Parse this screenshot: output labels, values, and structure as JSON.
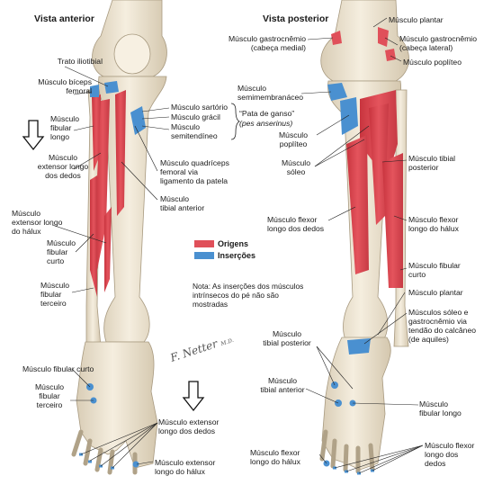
{
  "titles": {
    "anterior": "Vista anterior",
    "posterior": "Vista posterior"
  },
  "labels_anterior": {
    "trato_iliotibial": "Trato iliotibial",
    "biceps_femoral": "Músculo bíceps\nfemoral",
    "fibular_longo": "Músculo\nfibular\nlongo",
    "extensor_longo_dedos": "Músculo\nextensor longo\ndos dedos",
    "extensor_longo_halux": "Músculo\nextensor longo\ndo hálux",
    "fibular_curto": "Músculo\nfibular\ncurto",
    "fibular_terceiro": "Músculo\nfibular\nterceiro",
    "sartorio": "Músculo sartório",
    "gracil": "Músculo grácil",
    "semitendineo": "Músculo\nsemitendíneo",
    "pata_ganso": "“Pata de ganso”",
    "pes_anserinus": "(pes anserinus)",
    "quadriceps": "Músculo quadríceps\nfemoral via\nligamento da patela",
    "tibial_anterior": "Músculo\ntibial anterior",
    "pe_fibular_curto": "Músculo fibular curto",
    "pe_fibular_terceiro": "Músculo\nfibular\nterceiro",
    "pe_extensor_dedos": "Músculo extensor\nlongo dos dedos",
    "pe_extensor_halux": "Músculo extensor\nlongo do hálux"
  },
  "labels_posterior": {
    "plantar_top": "Músculo plantar",
    "gastro_medial": "Músculo gastrocnêmio\n(cabeça medial)",
    "gastro_lateral": "Músculo gastrocnêmio\n(cabeça lateral)",
    "popliteo_top": "Músculo poplíteo",
    "semimembranaceo": "Músculo\nsemimembranáceo",
    "popliteo": "Músculo\npoplíteo",
    "soleo": "Músculo\nsóleo",
    "tibial_posterior": "Músculo tibial\nposterior",
    "flexor_dedos": "Músculo flexor\nlongo dos dedos",
    "flexor_halux": "Músculo flexor\nlongo do hálux",
    "fibular_curto": "Músculo fibular\ncurto",
    "plantar": "Músculo plantar",
    "soleo_gastro": "Músculos sóleo e\ngastrocnêmio via\ntendão do calcâneo\n(de aquiles)",
    "pe_tibial_posterior": "Músculo\ntibial posterior",
    "pe_tibial_anterior": "Músculo\ntibial anterior",
    "pe_fibular_longo": "Músculo\nfibular longo",
    "pe_flexor_halux": "Músculo flexor\nlongo do hálux",
    "pe_flexor_dedos": "Músculo flexor\nlongo dos\ndedos"
  },
  "legend": {
    "origins": "Origens",
    "insertions": "Inserções",
    "origins_color": "#e0505a",
    "insertions_color": "#4a90d0"
  },
  "note": "Nota: As inserções dos músculos\nintrínsecos do pé não são\nmostradas",
  "signature": "F. Netter",
  "signature_suffix": "M.D.",
  "colors": {
    "bone": "#f3ead8",
    "bone_shade": "#d8ccb4",
    "origin": "#e0505a",
    "insertion": "#4a90d0"
  },
  "icons": {
    "arrow_left": "down-arrow-icon",
    "arrow_foot": "down-arrow-icon"
  }
}
